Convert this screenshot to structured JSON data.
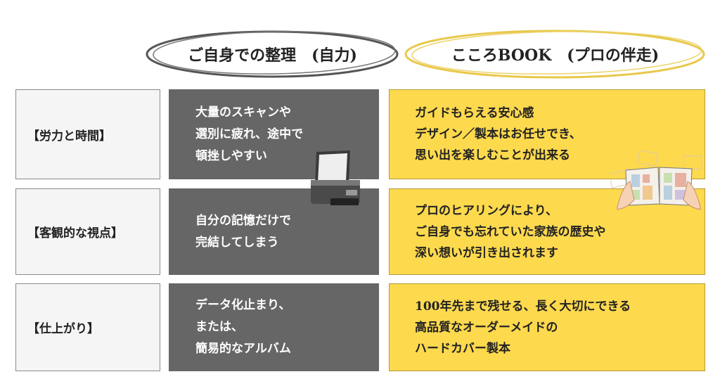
{
  "headers": {
    "self": "ご自身での整理　(自力)",
    "pro": "こころBOOK　(プロの伴走)"
  },
  "rows": [
    {
      "label": "【労力と時間】",
      "self": [
        "大量のスキャンや",
        "選別に疲れ、途中で",
        "頓挫しやすい"
      ],
      "pro": [
        "ガイドもらえる安心感",
        "デザイン／製本はお任せでき、",
        "思い出を楽しむことが出来る"
      ]
    },
    {
      "label": "【客観的な視点】",
      "self": [
        "自分の記憶だけで",
        "完結してしまう"
      ],
      "pro": [
        "プロのヒアリングにより、",
        "ご自身でも忘れていた家族の歴史や",
        "深い想いが引き出されます"
      ]
    },
    {
      "label": "【仕上がり】",
      "self": [
        "データ化止まり、",
        "または、",
        "簡易的なアルバム"
      ],
      "pro": [
        "100年先まで残せる、長く大切にできる",
        "高品質なオーダーメイドの",
        "ハードカバー製本"
      ]
    }
  ],
  "colors": {
    "dark": "#666666",
    "yellow": "#fdd94e",
    "ring_gray": "#555555",
    "ring_yellow": "#e8c84a"
  }
}
